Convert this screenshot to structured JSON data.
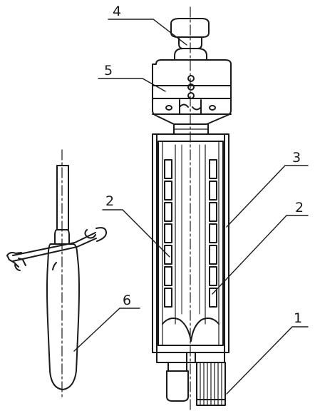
{
  "callouts": [
    {
      "id": "c4",
      "text": "4"
    },
    {
      "id": "c5",
      "text": "5"
    },
    {
      "id": "c3",
      "text": "3"
    },
    {
      "id": "c2a",
      "text": "2"
    },
    {
      "id": "c2b",
      "text": "2"
    },
    {
      "id": "c6",
      "text": "6"
    },
    {
      "id": "c1",
      "text": "1"
    }
  ],
  "colors": {
    "ink": "#1a1a1a",
    "paper": "#ffffff"
  }
}
